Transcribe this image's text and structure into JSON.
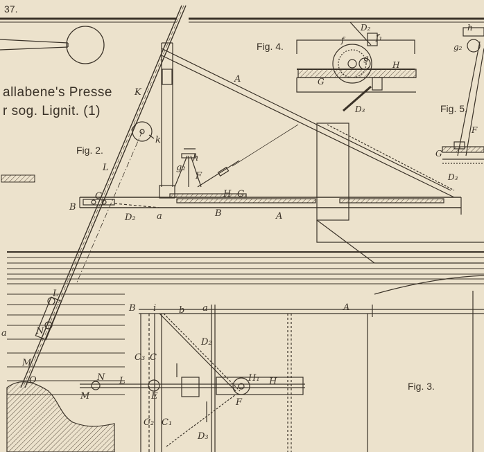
{
  "plate": {
    "number": "37.",
    "title_line1": "allabene's Presse",
    "title_line2": "r sog. Lignit. (1)"
  },
  "figures": {
    "fig2": "Fig. 2.",
    "fig3": "Fig. 3.",
    "fig4": "Fig. 4.",
    "fig5": "Fig. 5."
  },
  "labels": {
    "fig2": {
      "A_top": "A",
      "A_bottom": "A",
      "B_left": "B",
      "B_mid": "B",
      "C": "C",
      "D2": "D₂",
      "a": "a",
      "K": "K",
      "L": "L",
      "F": "F",
      "H": "H",
      "G": "G",
      "h": "h",
      "g2": "g₂",
      "k": "k"
    },
    "fig3": {
      "B": "B",
      "i": "i",
      "b": "b",
      "a": "a",
      "A": "A",
      "D2": "D₂",
      "D3": "D₃",
      "C2": "C₂",
      "C": "C",
      "C3": "C₃",
      "C1": "C₁",
      "N": "N",
      "L": "L",
      "M": "M",
      "E": "E",
      "H1": "H₁",
      "H": "H",
      "F": "F"
    },
    "fig4": {
      "D2": "D₂",
      "f1": "f₁",
      "f": "f",
      "g": "g",
      "H": "H",
      "G": "G",
      "D3": "D₃"
    },
    "fig5": {
      "h": "h",
      "g2": "g₂",
      "F": "F",
      "G": "G",
      "D3": "D₃"
    },
    "left": {
      "L": "L",
      "N": "N",
      "M": "M",
      "O": "O",
      "a": "a"
    }
  }
}
